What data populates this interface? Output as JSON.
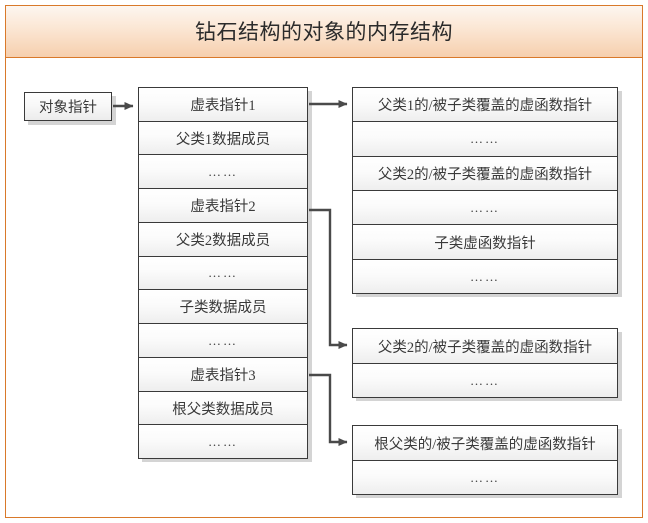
{
  "header": {
    "title": "钻石结构的对象的内存结构",
    "band_color": "#f6cfae",
    "frame_color": "#d9792a"
  },
  "object_pointer": {
    "label": "对象指针"
  },
  "object_layout": {
    "name": "object-memory-layout-column",
    "rows": [
      {
        "label": "虚表指针1",
        "kind": "vptr",
        "vptr_index": 1
      },
      {
        "label": "父类1数据成员",
        "kind": "data"
      },
      {
        "label": "……",
        "kind": "dots"
      },
      {
        "label": "虚表指针2",
        "kind": "vptr",
        "vptr_index": 2
      },
      {
        "label": "父类2数据成员",
        "kind": "data"
      },
      {
        "label": "……",
        "kind": "dots"
      },
      {
        "label": "子类数据成员",
        "kind": "data"
      },
      {
        "label": "……",
        "kind": "dots"
      },
      {
        "label": "虚表指针3",
        "kind": "vptr",
        "vptr_index": 3
      },
      {
        "label": "根父类数据成员",
        "kind": "data"
      },
      {
        "label": "……",
        "kind": "dots"
      }
    ]
  },
  "vtables": [
    {
      "name": "vtable-1",
      "rows": [
        {
          "label": "父类1的/被子类覆盖的虚函数指针",
          "kind": "entry"
        },
        {
          "label": "……",
          "kind": "dots"
        },
        {
          "label": "父类2的/被子类覆盖的虚函数指针",
          "kind": "entry"
        },
        {
          "label": "……",
          "kind": "dots"
        },
        {
          "label": "子类虚函数指针",
          "kind": "entry"
        },
        {
          "label": "……",
          "kind": "dots"
        }
      ]
    },
    {
      "name": "vtable-2",
      "rows": [
        {
          "label": "父类2的/被子类覆盖的虚函数指针",
          "kind": "entry"
        },
        {
          "label": "……",
          "kind": "dots"
        }
      ]
    },
    {
      "name": "vtable-3",
      "rows": [
        {
          "label": "根父类的/被子类覆盖的虚函数指针",
          "kind": "entry"
        },
        {
          "label": "……",
          "kind": "dots"
        }
      ]
    }
  ],
  "connectors": [
    {
      "name": "arrow-objptr-to-object",
      "from": "object-pointer",
      "to": "object-layout"
    },
    {
      "name": "arrow-vptr1-to-vtable1",
      "from": "虚表指针1",
      "to": "vtable-1"
    },
    {
      "name": "arrow-vptr2-to-vtable2",
      "from": "虚表指针2",
      "to": "vtable-2"
    },
    {
      "name": "arrow-vptr3-to-vtable3",
      "from": "虚表指针3",
      "to": "vtable-3"
    }
  ]
}
